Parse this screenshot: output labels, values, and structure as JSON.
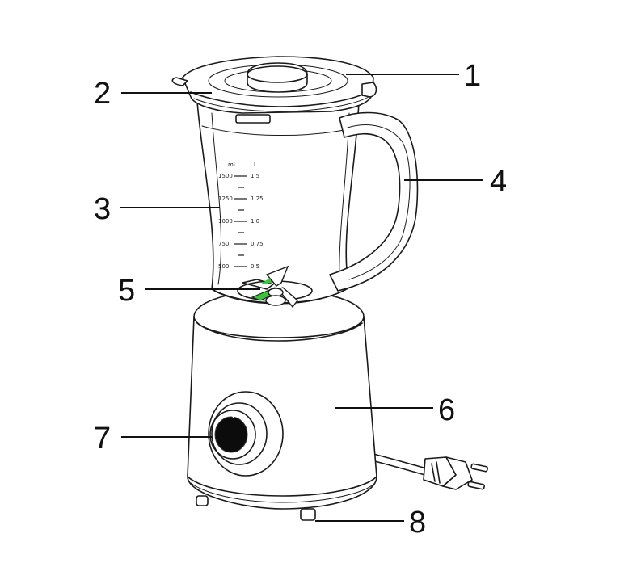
{
  "diagram": {
    "callouts": [
      {
        "id": "1",
        "label": "1"
      },
      {
        "id": "2",
        "label": "2"
      },
      {
        "id": "3",
        "label": "3"
      },
      {
        "id": "4",
        "label": "4"
      },
      {
        "id": "5",
        "label": "5"
      },
      {
        "id": "6",
        "label": "6"
      },
      {
        "id": "7",
        "label": "7"
      },
      {
        "id": "8",
        "label": "8"
      }
    ],
    "scale": {
      "unit_ml": "ml",
      "unit_l": "L",
      "ml_marks": [
        "1500",
        "1250",
        "1000",
        "750",
        "500"
      ],
      "l_marks": [
        "1.5",
        "1.25",
        "1.0",
        "0.75",
        "0.5"
      ]
    },
    "colors": {
      "line": "#1a1a1a",
      "blade_accent": "#3cc23c"
    }
  }
}
